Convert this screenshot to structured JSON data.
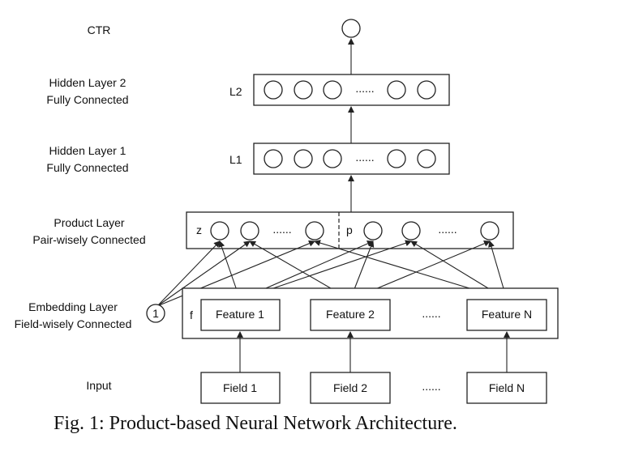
{
  "left_labels": {
    "ctr": "CTR",
    "hidden2_line1": "Hidden Layer 2",
    "hidden2_line2": "Fully Connected",
    "hidden1_line1": "Hidden Layer 1",
    "hidden1_line2": "Fully Connected",
    "product_line1": "Product Layer",
    "product_line2": "Pair-wisely Connected",
    "embedding_line1": "Embedding Layer",
    "embedding_line2": "Field-wisely Connected",
    "input": "Input"
  },
  "layer_tags": {
    "l2": "L2",
    "l1": "L1",
    "z": "z",
    "p": "p",
    "f": "f",
    "one": "1"
  },
  "ellipsis": "......",
  "features": [
    "Feature 1",
    "Feature 2",
    "Feature N"
  ],
  "fields": [
    "Field 1",
    "Field 2",
    "Field N"
  ],
  "caption": "Fig. 1: Product-based Neural Network Architecture."
}
